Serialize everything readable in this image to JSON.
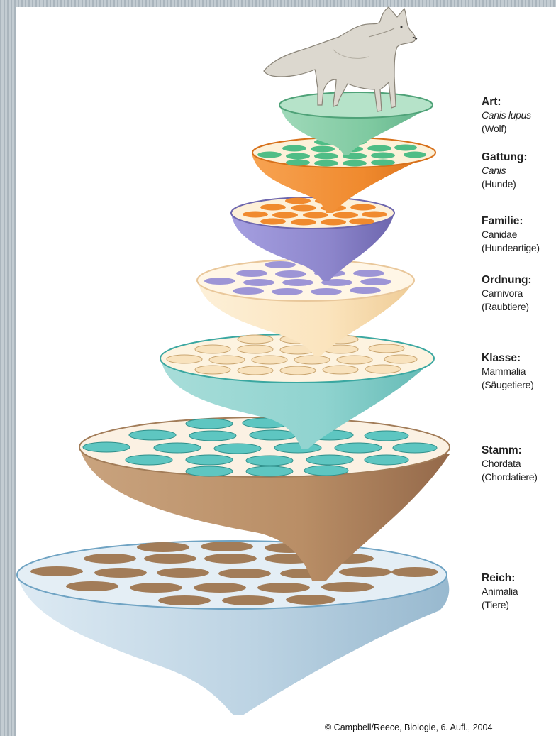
{
  "ranks": [
    {
      "rank": "Art:",
      "scientific": "Canis lupus",
      "scientific_italic": true,
      "common": "(Wolf)",
      "color": "#7ec9a0",
      "dot_color": null
    },
    {
      "rank": "Gattung:",
      "scientific": "Canis",
      "scientific_italic": true,
      "common": "(Hunde)",
      "color": "#f08a2e",
      "dot_color": "#4fbd86"
    },
    {
      "rank": "Familie:",
      "scientific": "Canidae",
      "scientific_italic": false,
      "common": "(Hundeartige)",
      "color": "#8d86cc",
      "dot_color": "#f08a2e"
    },
    {
      "rank": "Ordnung:",
      "scientific": "Carnivora",
      "scientific_italic": false,
      "common": "(Raubtiere)",
      "color": "#fbe6c2",
      "dot_color": "#9d95d6"
    },
    {
      "rank": "Klasse:",
      "scientific": "Mammalia",
      "scientific_italic": false,
      "common": "(Säugetiere)",
      "color": "#8fd3cf",
      "dot_color": "#f8e2bd"
    },
    {
      "rank": "Stamm:",
      "scientific": "Chordata",
      "scientific_italic": false,
      "common": "(Chordatiere)",
      "color": "#c49a72",
      "dot_color": "#5ec6c1"
    },
    {
      "rank": "Reich:",
      "scientific": "Animalia",
      "scientific_italic": false,
      "common": "(Tiere)",
      "color": "#bcd6e6",
      "dot_color": "#a27c58"
    }
  ],
  "credit": "© Campbell/Reece, Biologie, 6. Aufl., 2004"
}
